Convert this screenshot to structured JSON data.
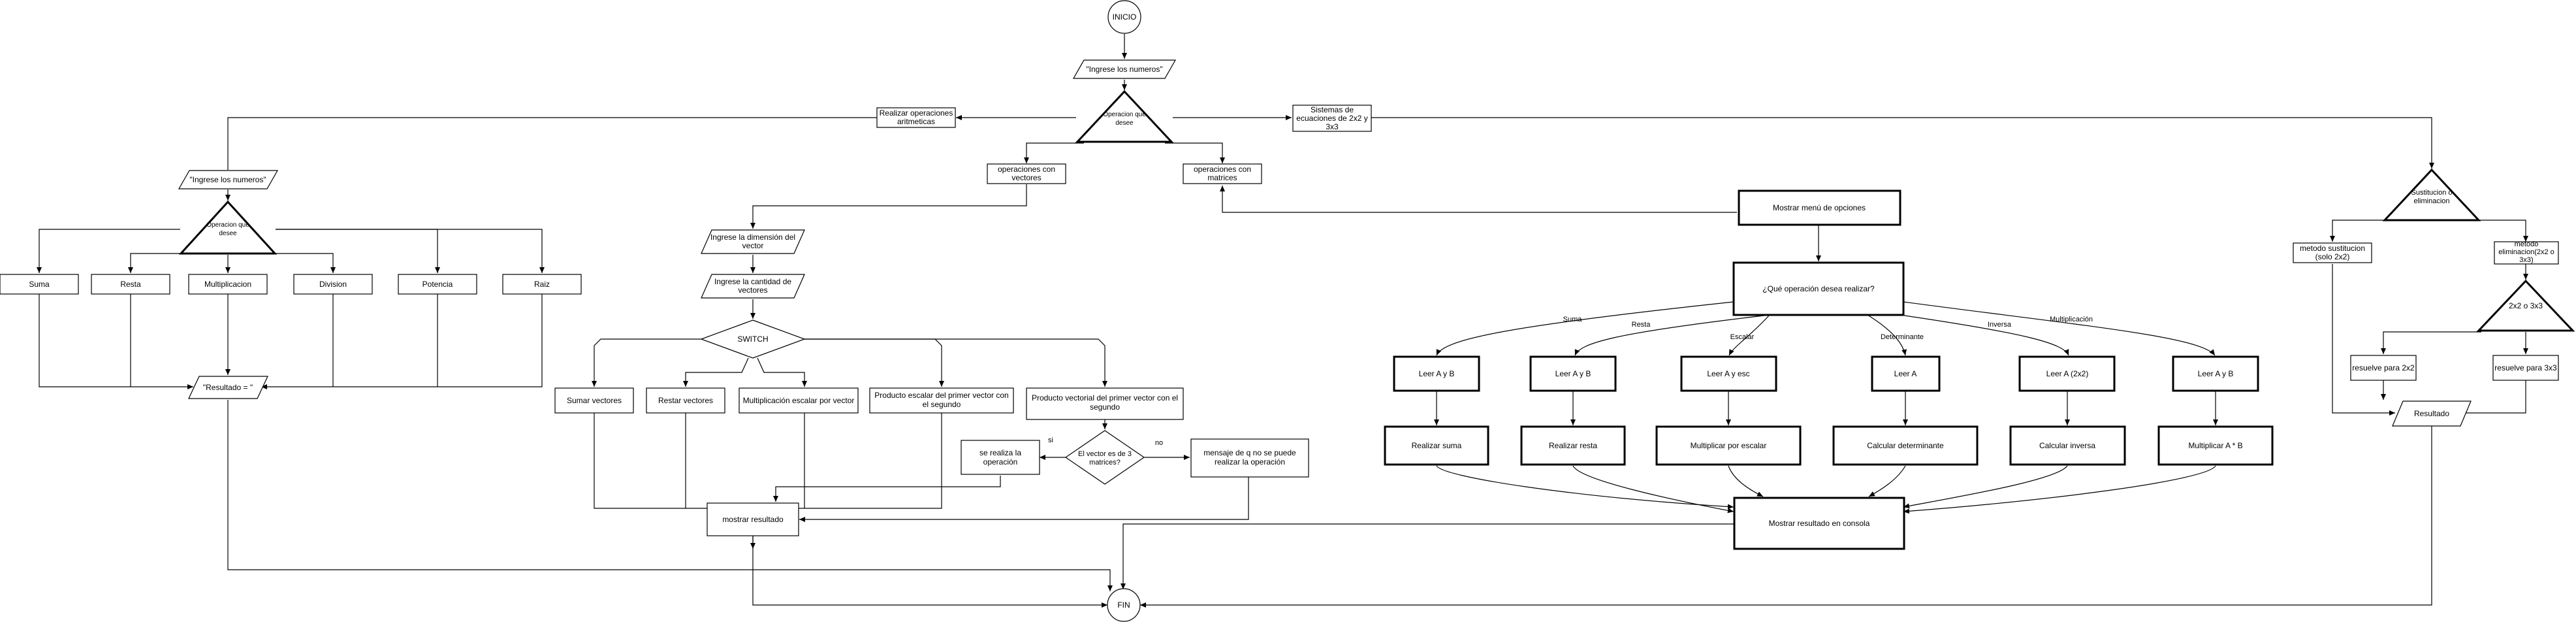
{
  "nodes": {
    "inicio": "INICIO",
    "ingrese_numeros_top": "\"Ingrese los numeros\"",
    "operacion_main": [
      "Operacion que",
      "desee"
    ],
    "realizar_aritmeticas": [
      "Realizar operaciones",
      "aritmeticas"
    ],
    "sistemas_ecuaciones": [
      "Sistemas de",
      "ecuaciones de 2x2 y",
      "3x3"
    ],
    "op_vectores": [
      "operaciones con",
      "vectores"
    ],
    "op_matrices": [
      "operaciones con",
      "matrices"
    ],
    "ingrese_numeros_left": "\"Ingrese los numeros\"",
    "operacion_left": [
      "Operacion que",
      "desee"
    ],
    "suma": "Suma",
    "resta": "Resta",
    "multiplicacion": "Multiplicacion",
    "division": "Division",
    "potencia": "Potencia",
    "raiz": "Raiz",
    "resultado_left": "\"Resultado = \"",
    "dimension_vector": [
      "Ingrese la dimensión del",
      "vector"
    ],
    "cantidad_vectores": [
      "Ingrese la cantidad de",
      "vectores"
    ],
    "switch": "SWITCH",
    "sumar_vectores": "Sumar vectores",
    "restar_vectores": "Restar vectores",
    "mult_escalar_vector": "Multiplicación escalar por vector",
    "producto_escalar": [
      "Producto escalar del primer vector con",
      "el segundo"
    ],
    "producto_vectorial": [
      "Producto vectorial del primer vector con el",
      "segundo"
    ],
    "es_3_matrices": [
      "El vector es de 3",
      "matrices?"
    ],
    "se_realiza": [
      "se realiza la",
      "operación"
    ],
    "mensaje_no": [
      "mensaje de q no se puede",
      "realizar la operación"
    ],
    "mostrar_resultado": "mostrar resultado",
    "fin": "FIN",
    "mostrar_menu": "Mostrar menú de opciones",
    "que_operacion": "¿Qué operación desea realizar?",
    "leer_suma": "Leer A y B",
    "leer_resta": "Leer A y B",
    "leer_escalar": "Leer A y esc",
    "leer_det": "Leer A",
    "leer_inversa": "Leer A (2x2)",
    "leer_mult": "Leer A y B",
    "realizar_suma": "Realizar suma",
    "realizar_resta": "Realizar resta",
    "mult_por_escalar": "Multiplicar por escalar",
    "calcular_det": "Calcular determinante",
    "calcular_inversa": "Calcular inversa",
    "mult_axb": "Multiplicar A * B",
    "mostrar_consola": "Mostrar resultado en consola",
    "sustitucion_eliminacion": [
      "Sustitucion o",
      "eliminacion"
    ],
    "metodo_sustitucion": [
      "metodo sustitucion",
      "(solo 2x2)"
    ],
    "metodo_eliminacion": [
      "metodo",
      "eliminacion(2x2 o",
      "3x3)"
    ],
    "dos_o_tres": "2x2 o 3x3",
    "resuelve_2x2": "resuelve para 2x2",
    "resuelve_3x3": "resuelve para 3x3",
    "resultado_right": "Resultado"
  },
  "edge_labels": {
    "suma": "Suma",
    "resta": "Resta",
    "escalar": "Escalar",
    "determinante": "Determinante",
    "inversa": "Inversa",
    "multiplicacion": "Multiplicación",
    "si": "si",
    "no": "no"
  }
}
